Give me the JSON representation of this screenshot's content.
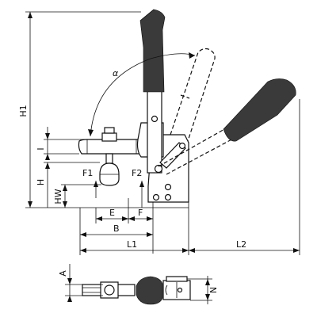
{
  "labels": {
    "H1": "H1",
    "I": "I",
    "H": "H",
    "HW": "HW",
    "F1": "F1",
    "F2": "F2",
    "E": "E",
    "F": "F",
    "B": "B",
    "L1": "L1",
    "L2": "L2",
    "alpha": "α",
    "A": "A",
    "N": "N"
  }
}
